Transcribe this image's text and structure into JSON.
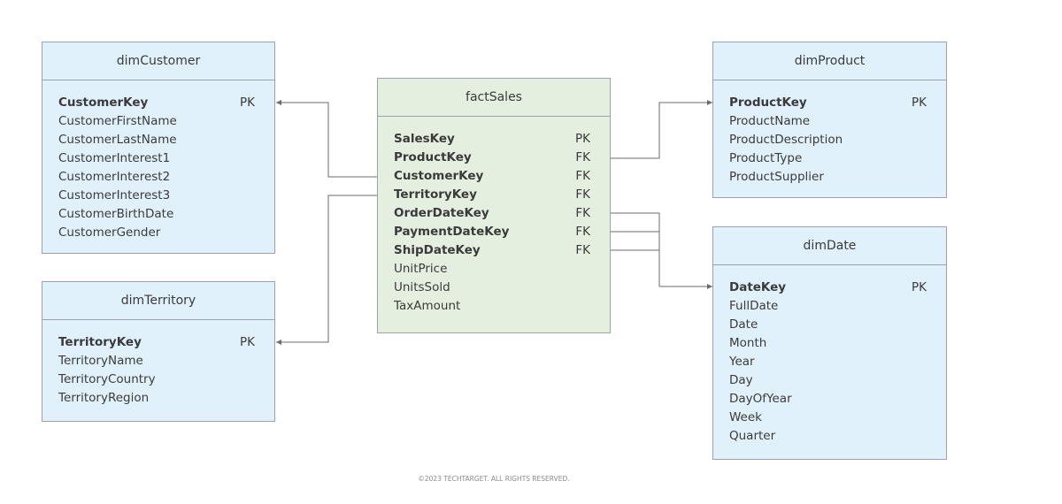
{
  "tables": {
    "dimCustomer": {
      "title": "dimCustomer",
      "fields": [
        {
          "name": "CustomerKey",
          "key": "PK"
        },
        {
          "name": "CustomerFirstName",
          "key": ""
        },
        {
          "name": "CustomerLastName",
          "key": ""
        },
        {
          "name": "CustomerInterest1",
          "key": ""
        },
        {
          "name": "CustomerInterest2",
          "key": ""
        },
        {
          "name": "CustomerInterest3",
          "key": ""
        },
        {
          "name": "CustomerBirthDate",
          "key": ""
        },
        {
          "name": "CustomerGender",
          "key": ""
        }
      ]
    },
    "dimTerritory": {
      "title": "dimTerritory",
      "fields": [
        {
          "name": "TerritoryKey",
          "key": "PK"
        },
        {
          "name": "TerritoryName",
          "key": ""
        },
        {
          "name": "TerritoryCountry",
          "key": ""
        },
        {
          "name": "TerritoryRegion",
          "key": ""
        }
      ]
    },
    "factSales": {
      "title": "factSales",
      "fields": [
        {
          "name": "SalesKey",
          "key": "PK"
        },
        {
          "name": "ProductKey",
          "key": "FK"
        },
        {
          "name": "CustomerKey",
          "key": "FK"
        },
        {
          "name": "TerritoryKey",
          "key": "FK"
        },
        {
          "name": "OrderDateKey",
          "key": "FK"
        },
        {
          "name": "PaymentDateKey",
          "key": "FK"
        },
        {
          "name": "ShipDateKey",
          "key": "FK"
        },
        {
          "name": "UnitPrice",
          "key": ""
        },
        {
          "name": "UnitsSold",
          "key": ""
        },
        {
          "name": "TaxAmount",
          "key": ""
        }
      ]
    },
    "dimProduct": {
      "title": "dimProduct",
      "fields": [
        {
          "name": "ProductKey",
          "key": "PK"
        },
        {
          "name": "ProductName",
          "key": ""
        },
        {
          "name": "ProductDescription",
          "key": ""
        },
        {
          "name": "ProductType",
          "key": ""
        },
        {
          "name": "ProductSupplier",
          "key": ""
        }
      ]
    },
    "dimDate": {
      "title": "dimDate",
      "fields": [
        {
          "name": "DateKey",
          "key": "PK"
        },
        {
          "name": "FullDate",
          "key": ""
        },
        {
          "name": "Date",
          "key": ""
        },
        {
          "name": "Month",
          "key": ""
        },
        {
          "name": "Year",
          "key": ""
        },
        {
          "name": "Day",
          "key": ""
        },
        {
          "name": "DayOfYear",
          "key": ""
        },
        {
          "name": "Week",
          "key": ""
        },
        {
          "name": "Quarter",
          "key": ""
        }
      ]
    }
  },
  "colors": {
    "dimension_fill": "#e1f1fb",
    "fact_fill": "#e4efe0",
    "border": "#9aa3ab",
    "connector": "#6b6b6b",
    "text": "#3a3a3a"
  },
  "footer": {
    "copyright": "©2023 TECHTARGET. ALL RIGHTS RESERVED."
  }
}
